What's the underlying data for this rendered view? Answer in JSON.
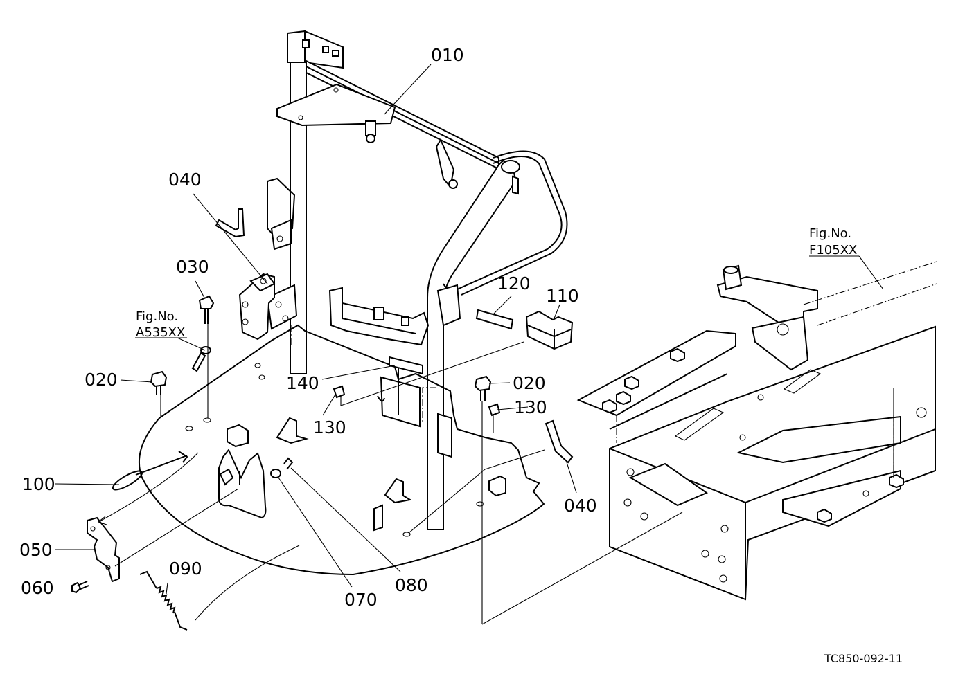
{
  "callouts": {
    "p010": "010",
    "p040_top": "040",
    "p030": "030",
    "p020_left": "020",
    "p120": "120",
    "p110": "110",
    "p140": "140",
    "p130_left": "130",
    "p020_right": "020",
    "p130_right": "130",
    "p100": "100",
    "p040_right": "040",
    "p050": "050",
    "p060": "060",
    "p090": "090",
    "p070": "070",
    "p080": "080"
  },
  "figure_refs": {
    "left": {
      "label": "Fig.No.",
      "code": "A535XX"
    },
    "right": {
      "label": "Fig.No.",
      "code": "F105XX"
    }
  },
  "footer": {
    "diagram_id": "TC850-092-11"
  }
}
